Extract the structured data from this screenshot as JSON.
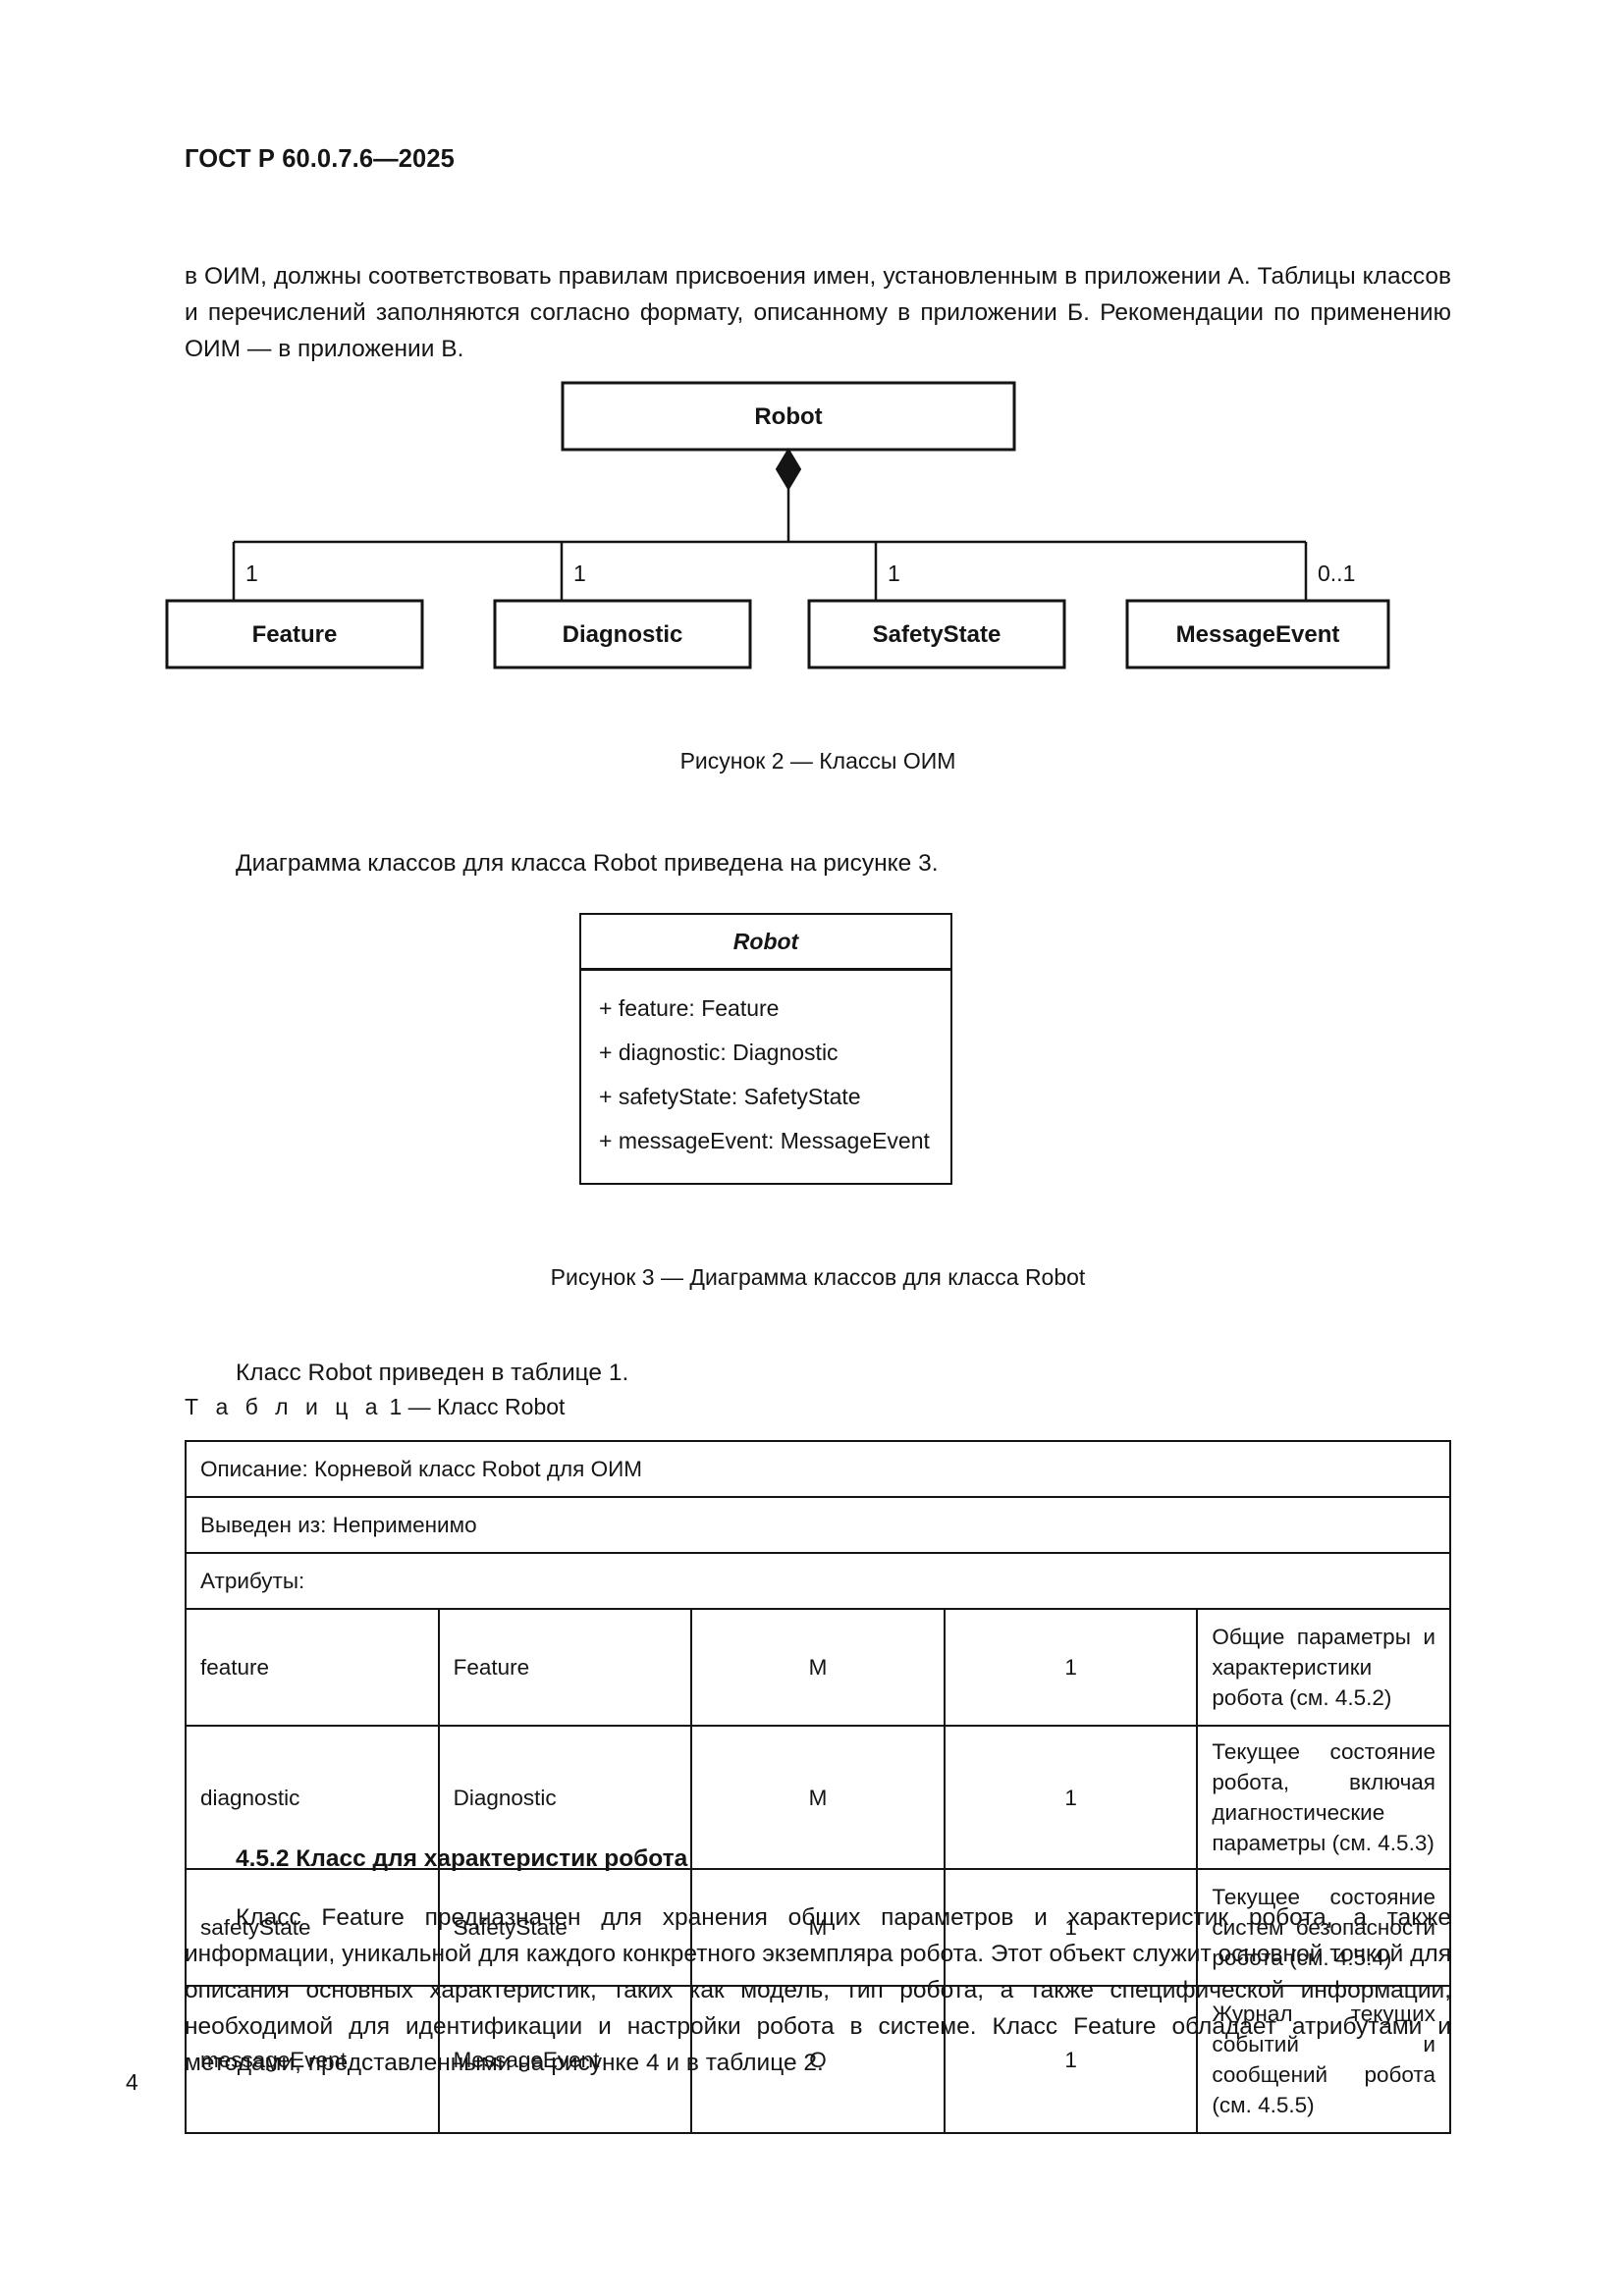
{
  "document": {
    "running_head": "ГОСТ Р 60.0.7.6—2025",
    "page_number": "4"
  },
  "paragraphs": {
    "lead": "в ОИМ, должны соответствовать правилам присвоения имен, установленным в приложении А. Таблицы классов и перечислений заполняются согласно формату, описанному в приложении Б. Рекомендации по применению ОИМ — в приложении В.",
    "fig3_intro": "Диаграмма классов для класса Robot приведена на рисунке 3.",
    "table1_intro": "Класс Robot приведен в таблице 1.",
    "tail": "Класс Feature предназначен для хранения общих параметров и характеристик робота, а также информации, уникальной для каждого конкретного экземпляра робота. Этот объект служит основной точкой для описания основных характеристик, таких как модель, тип робота, а также специфической информации, необходимой для идентификации и настройки робота в системе. Класс Feature обладает атрибутами и методами, представленными на рисунке 4 и в таблице 2."
  },
  "figure2": {
    "caption": "Рисунок 2 — Классы ОИМ",
    "root": "Robot",
    "children": [
      {
        "name": "Feature",
        "multiplicity": "1"
      },
      {
        "name": "Diagnostic",
        "multiplicity": "1"
      },
      {
        "name": "SafetyState",
        "multiplicity": "1"
      },
      {
        "name": "MessageEvent",
        "multiplicity": "0..1"
      }
    ]
  },
  "figure3": {
    "caption": "Рисунок 3 — Диаграмма классов для класса Robot",
    "class_name": "Robot",
    "attributes": [
      "+ feature: Feature",
      "+ diagnostic: Diagnostic",
      "+ safetyState: SafetyState",
      "+ messageEvent: MessageEvent"
    ]
  },
  "table1": {
    "title_word": "Т а б л и ц а",
    "title_rest": " 1 — Класс Robot",
    "description_row": "Описание: Корневой класс Robot для ОИМ",
    "derived_row": "Выведен из: Неприменимо",
    "attributes_row": "Атрибуты:",
    "rows": [
      {
        "name": "feature",
        "type": "Feature",
        "mandatory": "M",
        "multiplicity": "1",
        "description": "Общие параметры и характеристики робота (см. 4.5.2)"
      },
      {
        "name": "diagnostic",
        "type": "Diagnostic",
        "mandatory": "M",
        "multiplicity": "1",
        "description": "Текущее состояние робота, включая диагностические параметры (см. 4.5.3)"
      },
      {
        "name": "safetyState",
        "type": "SafetyState",
        "mandatory": "M",
        "multiplicity": "1",
        "description": "Текущее состояние систем безопасности робота (см. 4.5.4)"
      },
      {
        "name": "messageEvent",
        "type": "MessageEvent",
        "mandatory": "O",
        "multiplicity": "1",
        "description": "Журнал текущих событий и сообщений робота (см. 4.5.5)"
      }
    ]
  },
  "section": {
    "heading": "4.5.2 Класс для характеристик робота"
  }
}
